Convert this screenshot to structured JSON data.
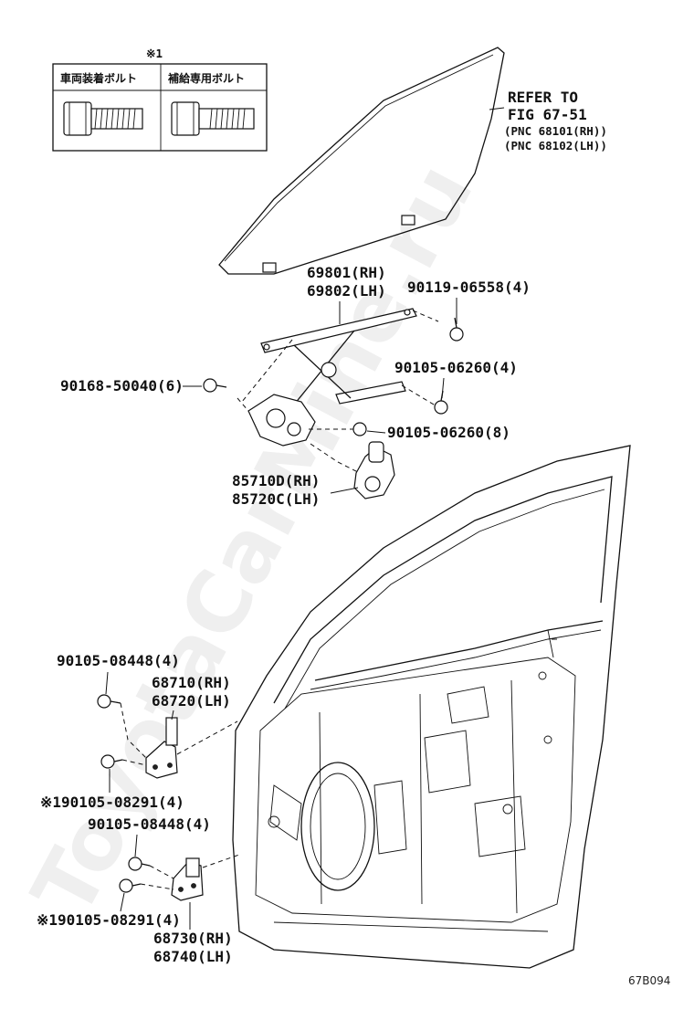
{
  "inset": {
    "marker": "※1",
    "col1": "車両装着ボルト",
    "col2": "補給専用ボルト"
  },
  "refer": {
    "line1": "REFER TO",
    "line2": "FIG 67-51",
    "line3": "(PNC 68101(RH))",
    "line4": "(PNC 68102(LH))"
  },
  "labels": {
    "regulator_rh": "69801(RH)",
    "regulator_lh": "69802(LH)",
    "bolt_90119": "90119-06558(4)",
    "bolt_90105_06260_a": "90105-06260(4)",
    "bolt_90168": "90168-50040(6)",
    "bolt_90105_06260_b": "90105-06260(8)",
    "motor_rh": "85710D(RH)",
    "motor_lh": "85720C(LH)",
    "bolt_upper_08448": "90105-08448(4)",
    "hinge_upper_rh": "68710(RH)",
    "hinge_upper_lh": "68720(LH)",
    "bolt_upper_08291": "※190105-08291(4)",
    "bolt_lower_08448": "90105-08448(4)",
    "bolt_lower_08291": "※190105-08291(4)",
    "hinge_lower_rh": "68730(RH)",
    "hinge_lower_lh": "68740(LH)"
  },
  "watermark": "ToyotaCarMine.ru",
  "diagram_code": "67B094"
}
